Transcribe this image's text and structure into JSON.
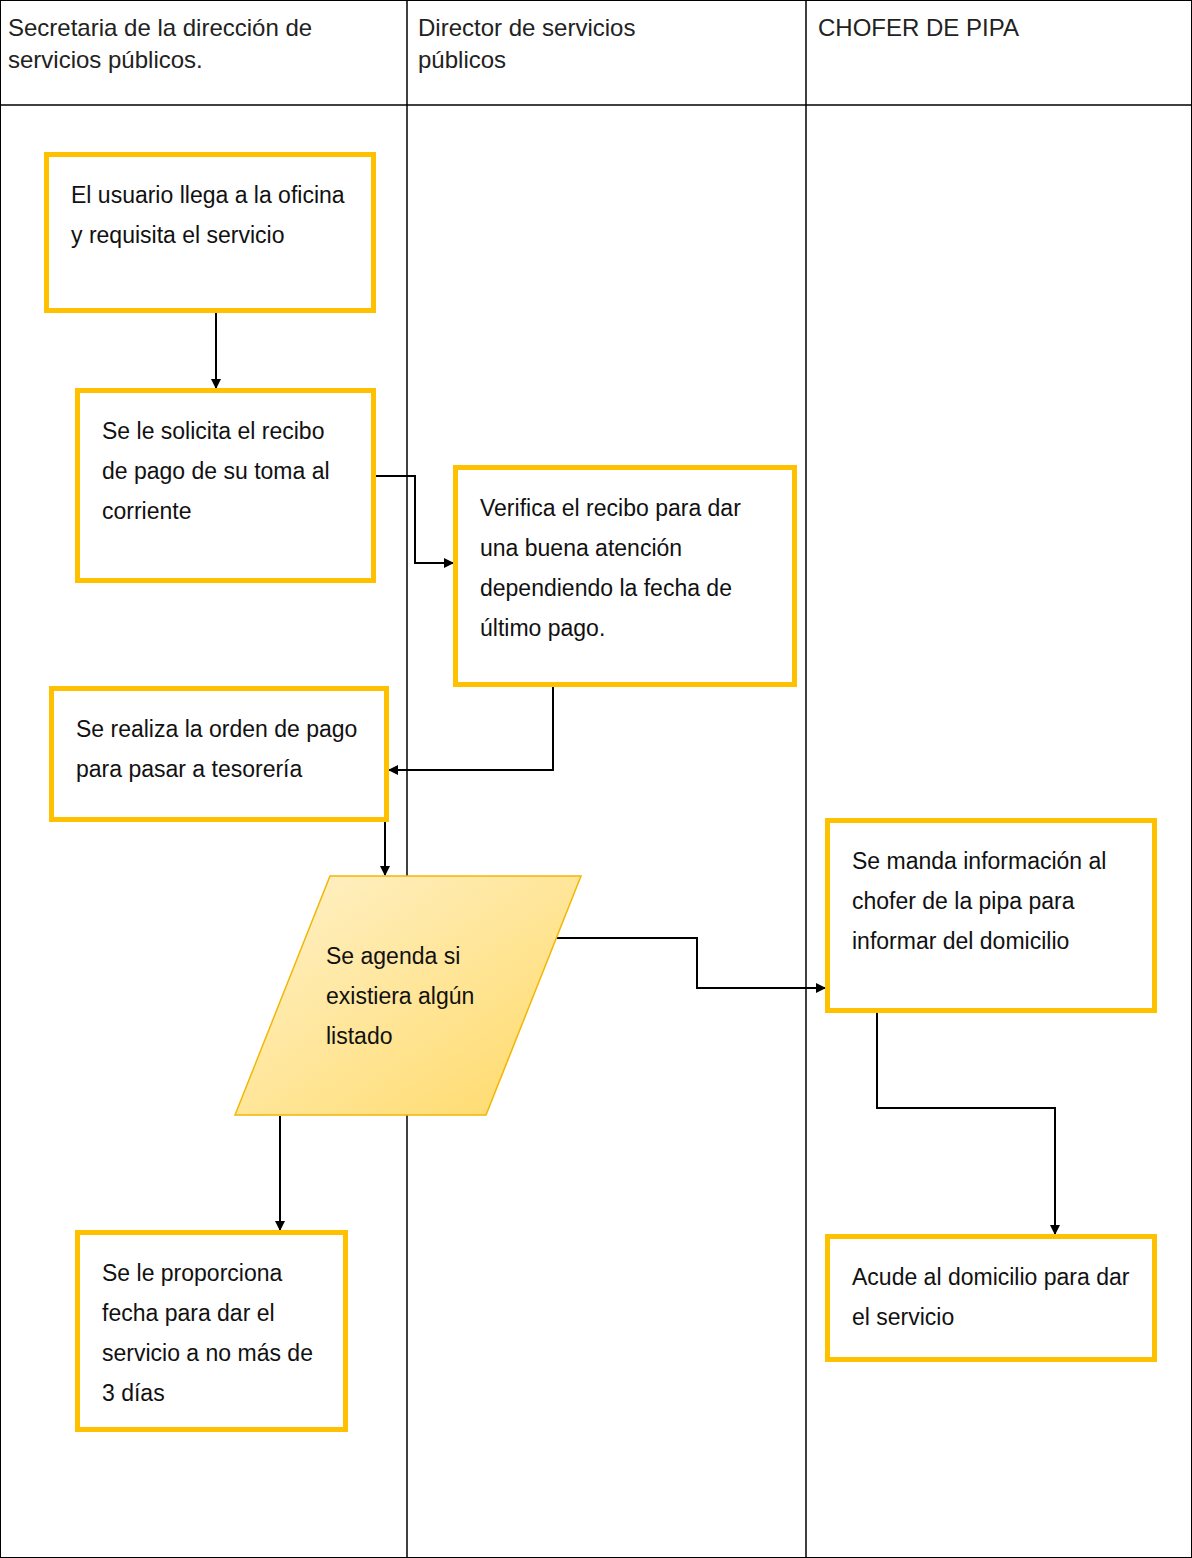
{
  "diagram": {
    "nodes": [
      {
        "text": [
          "El usuario llega a la oficina y requisita el servicio"
        ]
      },
      {
        "text": [
          "Se le solicita el recibo de pago de su toma al corriente"
        ]
      },
      {
        "text": [
          "Verifica el recibo para dar una buena atención dependiendo la fecha de último pago."
        ]
      },
      {
        "text": [
          "Se realiza la orden de pago para pasar a tesorería"
        ]
      },
      {
        "text": [
          "Se agenda si existiera algún listado"
        ]
      },
      {
        "text": [
          "Se manda información al chofer de la pipa para informar del domicilio"
        ]
      },
      {
        "text": [
          "Se le proporciona fecha para dar el servicio a no más de 3 días"
        ]
      },
      {
        "text": [
          "Acude al domicilio para dar el servicio"
        ]
      }
    ],
    "edges": [
      {
        "from": 0,
        "to": 1,
        "arrow": "to"
      },
      {
        "from": 1,
        "to": 2,
        "arrow": "to"
      },
      {
        "from": 2,
        "to": 3,
        "arrow": "to"
      },
      {
        "from": 3,
        "to": 4,
        "arrow": "to"
      },
      {
        "from": 4,
        "to": 5,
        "arrow": "to"
      },
      {
        "from": 4,
        "to": 6,
        "arrow": "to"
      },
      {
        "from": 5,
        "to": 7,
        "arrow": "to"
      }
    ],
    "labels": [
      "Secretaria de la dirección de servicios públicos.",
      "Director de servicios públicos",
      "CHOFER DE PIPA"
    ]
  }
}
